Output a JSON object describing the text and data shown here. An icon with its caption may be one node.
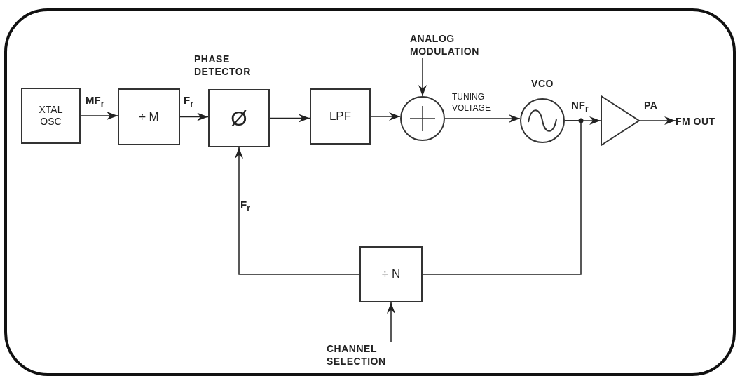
{
  "diagram": {
    "nodes": [
      {
        "text": [
          "XTAL OSC"
        ]
      },
      {
        "text": [
          "÷ M"
        ]
      },
      {
        "text": [
          "PHASE DETECTOR",
          "Ø"
        ]
      },
      {
        "text": [
          "LPF"
        ]
      },
      {
        "text": [],
        "shape": "circle"
      },
      {
        "text": [
          "VCO"
        ]
      },
      {
        "text": [
          "PA"
        ]
      },
      {
        "text": [
          "FM OUT"
        ]
      },
      {
        "text": [
          "ANALOG MODULATION"
        ]
      },
      {
        "text": [
          "÷ N"
        ]
      },
      {
        "text": [
          "CHANNEL SELECTION"
        ]
      }
    ],
    "edges": [
      {
        "from": 0,
        "to": 1,
        "arrow": "to",
        "label": "MF$_{r}$"
      },
      {
        "from": 1,
        "to": 2,
        "arrow": "to",
        "label": "F$_{r}$"
      },
      {
        "from": 2,
        "to": 3,
        "arrow": "to"
      },
      {
        "from": 3,
        "to": 4,
        "arrow": "to"
      },
      {
        "from": 8,
        "to": 4,
        "arrow": "to"
      },
      {
        "from": 4,
        "to": 5,
        "arrow": "to",
        "label": "TUNING VOLTAGE"
      },
      {
        "from": 5,
        "to": 6,
        "arrow": "to",
        "label": "NF$_{r}$"
      },
      {
        "from": 6,
        "to": 7,
        "arrow": "to"
      },
      {
        "from": 5,
        "to": 9,
        "arrow": "none"
      },
      {
        "from": 9,
        "to": 2,
        "arrow": "to",
        "label": "F$_{r}$"
      },
      {
        "from": 10,
        "to": 9,
        "arrow": "to"
      }
    ]
  }
}
